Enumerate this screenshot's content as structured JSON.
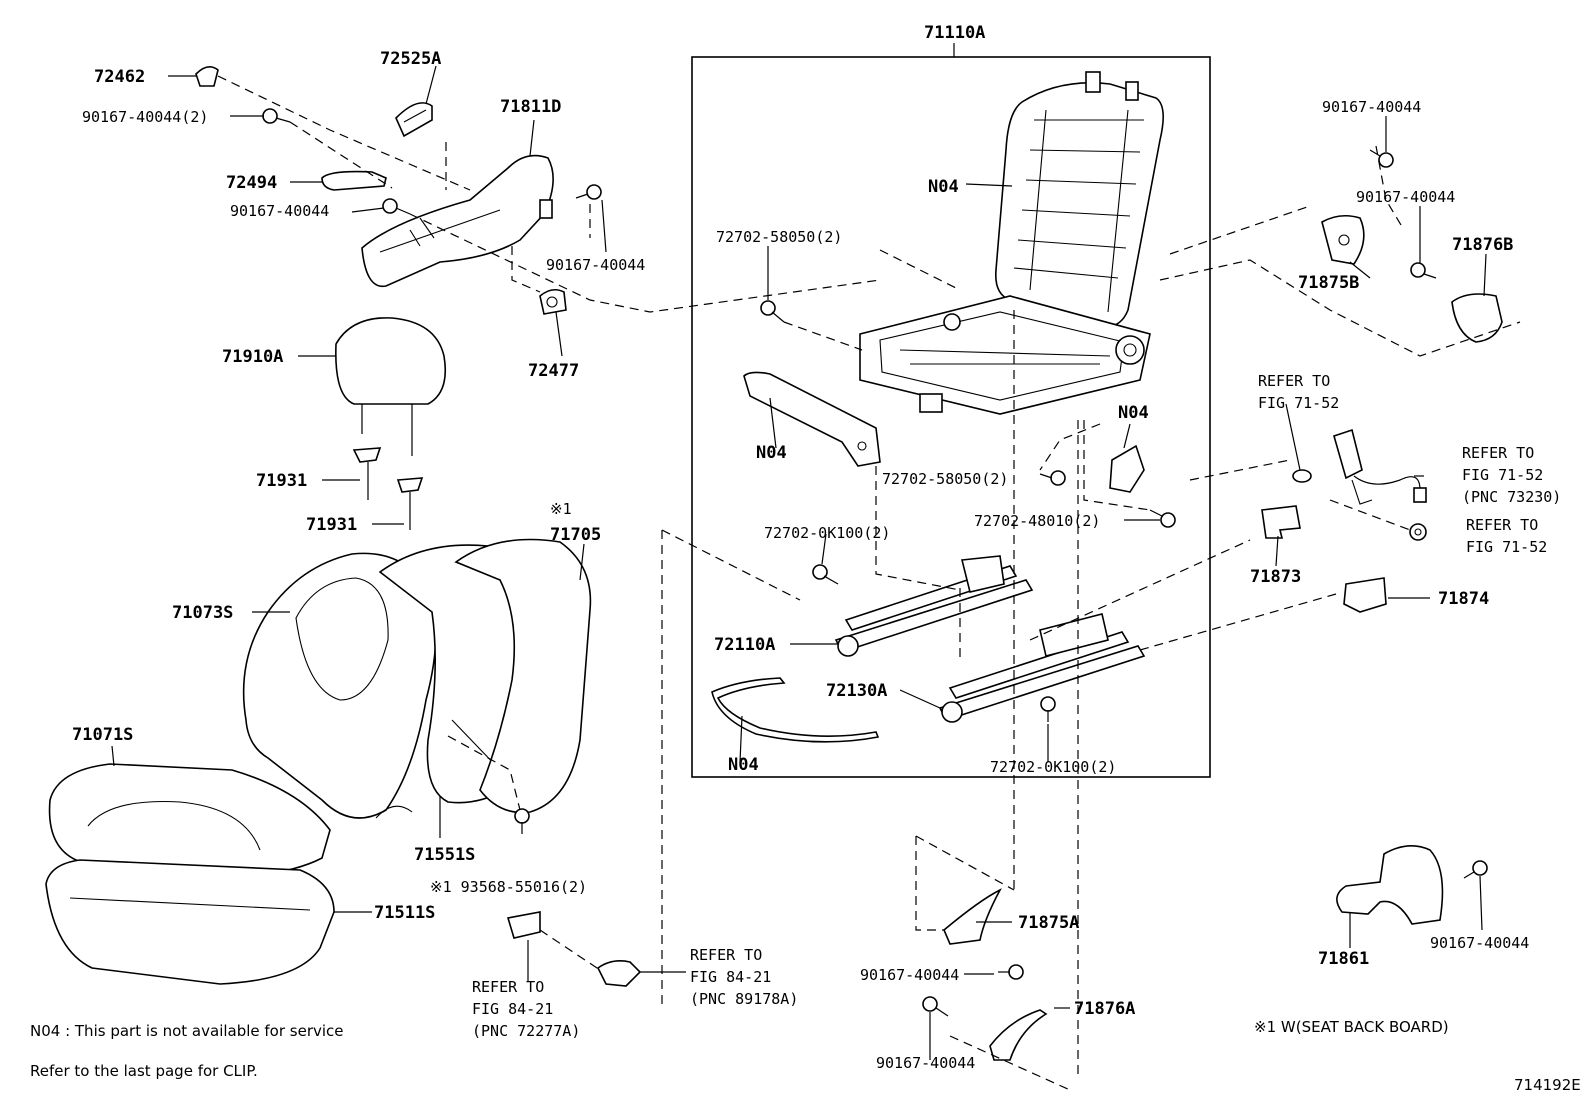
{
  "labels": {
    "p71110A": "71110A",
    "p72462": "72462",
    "p72525A": "72525A",
    "p71811D": "71811D",
    "p90167_40044_2": "90167-40044(2)",
    "p72494": "72494",
    "p90167_40044_a": "90167-40044",
    "p90167_40044_b": "90167-40044",
    "p72477": "72477",
    "p71910A": "71910A",
    "p71931_a": "71931",
    "p71931_b": "71931",
    "p71705_mark": "※1",
    "p71705": "71705",
    "p71073S": "71073S",
    "p71071S": "71071S",
    "p71551S": "71551S",
    "p93568": "※1 93568-55016(2)",
    "p71511S": "71511S",
    "n04_back": "N04",
    "p72702_58050_top": "72702-58050(2)",
    "n04_rail": "N04",
    "p72702_58050_mid": "72702-58050(2)",
    "n04_bracket": "N04",
    "p72702_48010": "72702-48010(2)",
    "p72702_0K100_top": "72702-0K100(2)",
    "p72110A": "72110A",
    "p72130A": "72130A",
    "n04_wire": "N04",
    "p72702_0K100_bot": "72702-0K100(2)",
    "p90167_40044_r1": "90167-40044",
    "p90167_40044_r2": "90167-40044",
    "p71876B": "71876B",
    "p71875B": "71875B",
    "p71873": "71873",
    "p71874": "71874",
    "p71875A": "71875A",
    "p90167_40044_c": "90167-40044",
    "p71876A": "71876A",
    "p90167_40044_d": "90167-40044",
    "p71861": "71861",
    "p90167_40044_e": "90167-40044"
  },
  "refs": {
    "fig7152_top_1": "REFER TO",
    "fig7152_top_2": "FIG 71-52",
    "fig7152_pnc_1": "REFER TO",
    "fig7152_pnc_2": "FIG 71-52",
    "fig7152_pnc_3": "(PNC 73230)",
    "fig7152_bot_1": "REFER TO",
    "fig7152_bot_2": "FIG 71-52",
    "fig8421_a_1": "REFER TO",
    "fig8421_a_2": "FIG 84-21",
    "fig8421_a_3": "(PNC 89178A)",
    "fig8421_b_1": "REFER TO",
    "fig8421_b_2": "FIG 84-21",
    "fig8421_b_3": "(PNC 72277A)"
  },
  "notes": {
    "n04": "N04 : This part is not available for service",
    "clip": "Refer to the last page for CLIP.",
    "seatback": "※1 W(SEAT BACK BOARD)",
    "figure_id": "714192E"
  }
}
